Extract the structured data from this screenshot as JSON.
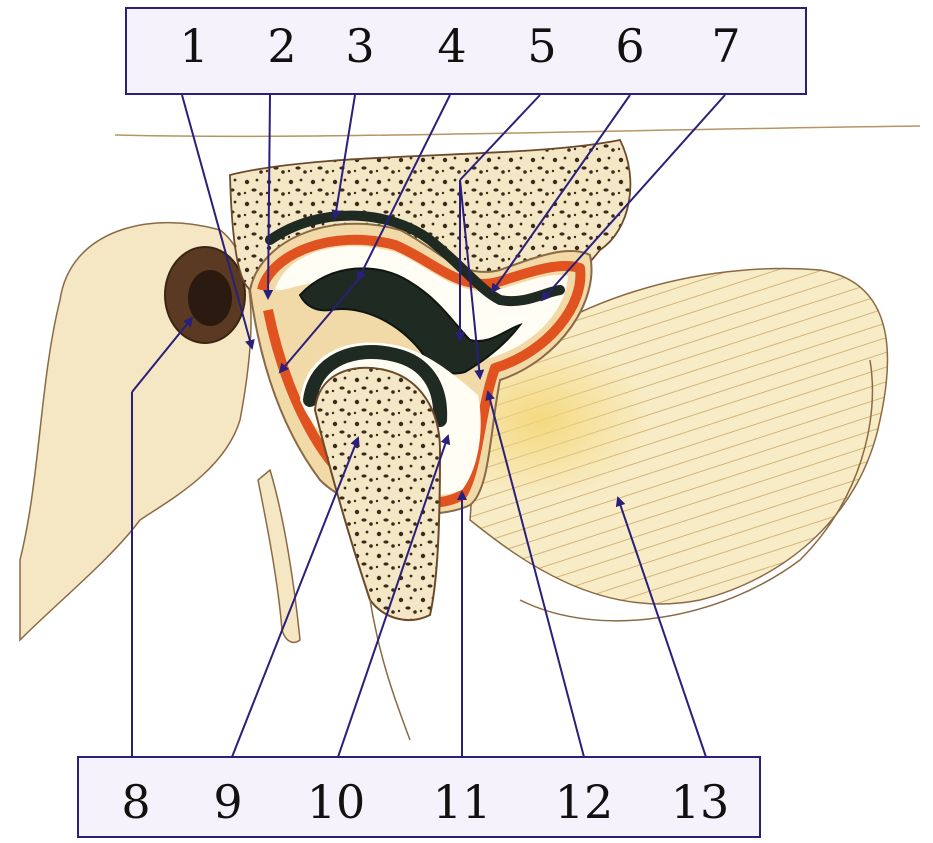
{
  "colors": {
    "background": "#ffffff",
    "label_box_fill": "#f6f2fb",
    "label_box_stroke": "#2a1f7a",
    "leader_line": "#2a1f7a",
    "bone_fill": "#f7edd2",
    "bone_outline": "#6b4a2a",
    "cartilage": "#e0521f",
    "articular_disc": "#1f2a22",
    "synovial_space": "#fffdf4",
    "muscle": "#f3dc95"
  },
  "top_labels": [
    "1",
    "2",
    "3",
    "4",
    "5",
    "6",
    "7"
  ],
  "bottom_labels": [
    "8",
    "9",
    "10",
    "11",
    "12",
    "13"
  ]
}
